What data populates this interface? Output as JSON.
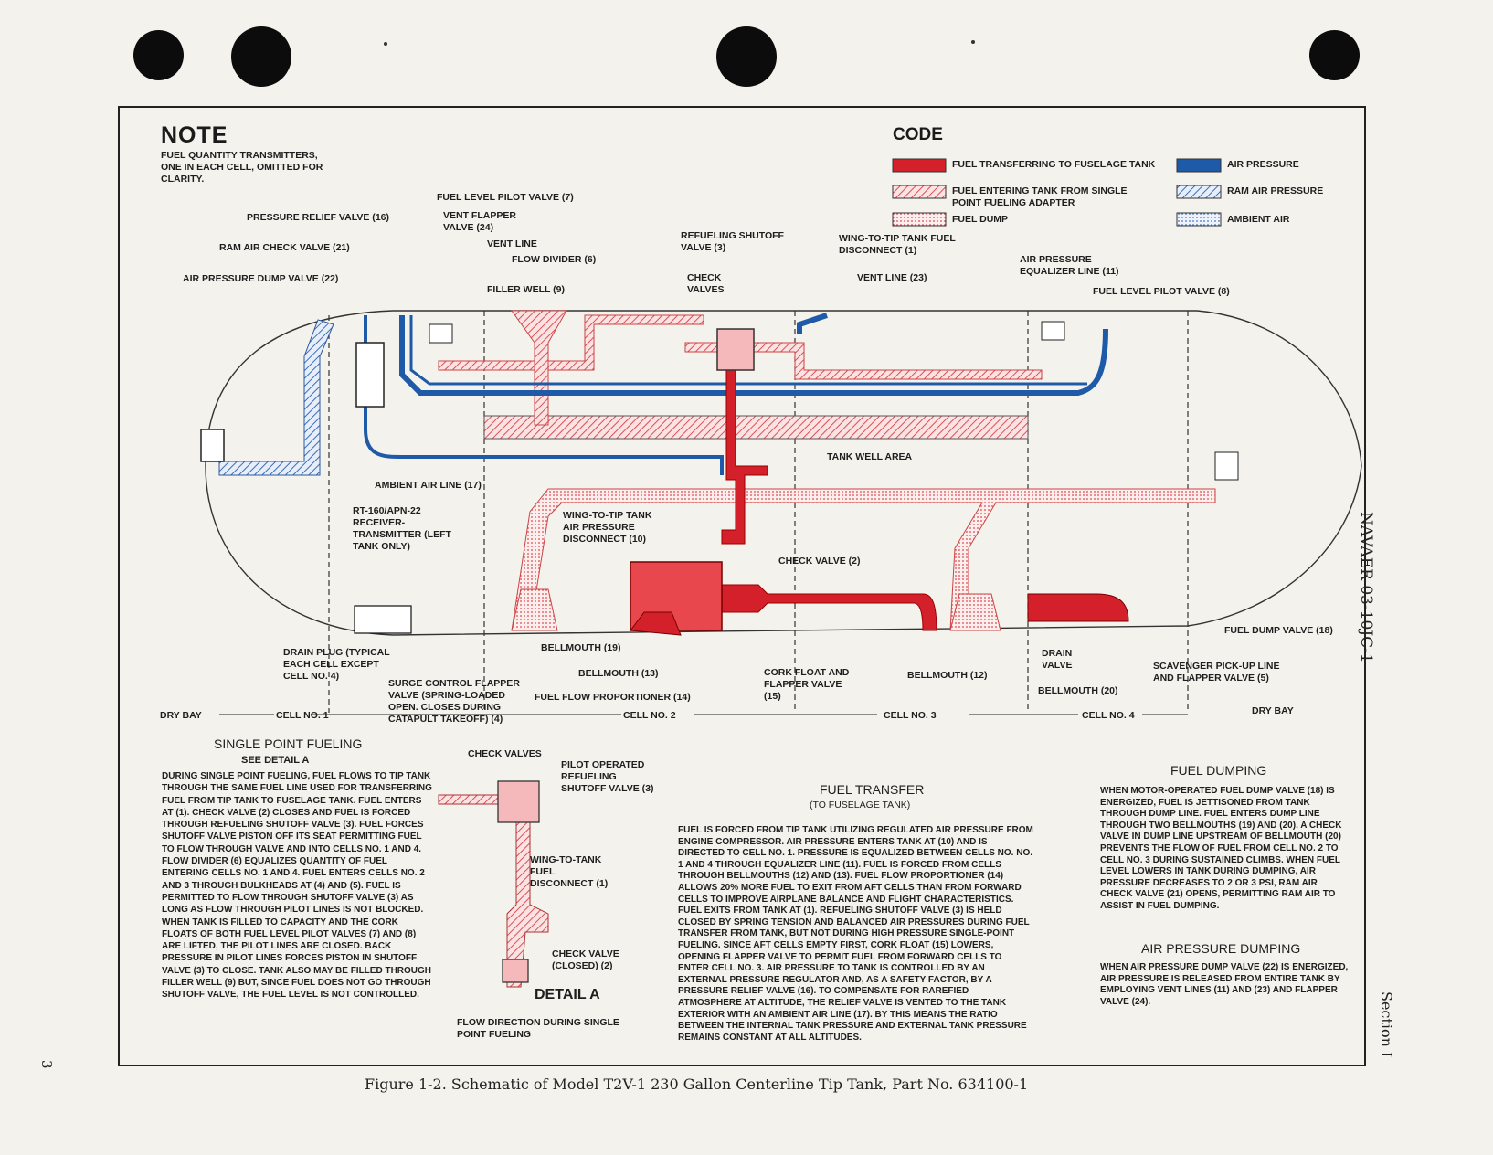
{
  "note": {
    "title": "NOTE",
    "text": "FUEL QUANTITY TRANSMITTERS, ONE IN EACH CELL, OMITTED FOR CLARITY."
  },
  "code": {
    "title": "CODE",
    "items": [
      {
        "label": "FUEL TRANSFERRING TO FUSELAGE TANK",
        "pattern": "solid-red",
        "color": "#d4202a"
      },
      {
        "label": "FUEL ENTERING TANK FROM SINGLE POINT FUELING ADAPTER",
        "pattern": "hatched-red",
        "color": "#e06a6e"
      },
      {
        "label": "FUEL DUMP",
        "pattern": "dotted-red",
        "color": "#ef9a9c"
      },
      {
        "label": "AIR PRESSURE",
        "pattern": "solid-blue",
        "color": "#1f5aa8"
      },
      {
        "label": "RAM AIR PRESSURE",
        "pattern": "hatched-blue",
        "color": "#4d7fc0"
      },
      {
        "label": "AMBIENT AIR",
        "pattern": "dotted-blue",
        "color": "#7fa6d8"
      }
    ]
  },
  "callouts": [
    {
      "label": "FUEL LEVEL PILOT VALVE",
      "num": "7"
    },
    {
      "label": "VENT FLAPPER VALVE",
      "num": "24"
    },
    {
      "label": "PRESSURE RELIEF VALVE",
      "num": "16"
    },
    {
      "label": "RAM AIR CHECK VALVE",
      "num": "21"
    },
    {
      "label": "AIR PRESSURE DUMP VALVE",
      "num": "22"
    },
    {
      "label": "VENT LINE",
      "num": ""
    },
    {
      "label": "FLOW DIVIDER",
      "num": "6"
    },
    {
      "label": "FILLER WELL",
      "num": "9"
    },
    {
      "label": "CHECK VALVES",
      "num": ""
    },
    {
      "label": "REFUELING SHUTOFF VALVE",
      "num": "3"
    },
    {
      "label": "WING-TO-TIP TANK FUEL DISCONNECT",
      "num": "1"
    },
    {
      "label": "AIR PRESSURE EQUALIZER LINE",
      "num": "11"
    },
    {
      "label": "VENT LINE",
      "num": "23"
    },
    {
      "label": "FUEL LEVEL PILOT VALVE",
      "num": "8"
    },
    {
      "label": "TANK WELL AREA",
      "num": ""
    },
    {
      "label": "AMBIENT AIR LINE",
      "num": "17"
    },
    {
      "label": "RT-160/APN-22 RECEIVER-TRANSMITTER (LEFT TANK ONLY)",
      "num": ""
    },
    {
      "label": "WING-TO-TIP TANK AIR PRESSURE DISCONNECT",
      "num": "10"
    },
    {
      "label": "CHECK VALVE",
      "num": "2"
    },
    {
      "label": "FUEL DUMP VALVE",
      "num": "18"
    },
    {
      "label": "DRAIN PLUG (TYPICAL EACH CELL EXCEPT CELL NO. 4)",
      "num": ""
    },
    {
      "label": "BELLMOUTH",
      "num": "19"
    },
    {
      "label": "BELLMOUTH",
      "num": "13"
    },
    {
      "label": "FUEL FLOW PROPORTIONER",
      "num": "14"
    },
    {
      "label": "SURGE CONTROL FLAPPER VALVE (SPRING-LOADED OPEN. CLOSES DURING CATAPULT TAKEOFF)",
      "num": "4"
    },
    {
      "label": "CORK FLOAT AND FLAPPER VALVE",
      "num": "15"
    },
    {
      "label": "BELLMOUTH",
      "num": "12"
    },
    {
      "label": "DRAIN VALVE",
      "num": ""
    },
    {
      "label": "BELLMOUTH",
      "num": "20"
    },
    {
      "label": "SCAVENGER PICK-UP LINE AND FLAPPER VALVE",
      "num": "5"
    }
  ],
  "cells": {
    "dry_bay_left": "DRY BAY",
    "cell1": "CELL NO. 1",
    "cell2": "CELL NO. 2",
    "cell3": "CELL NO. 3",
    "cell4": "CELL NO. 4",
    "dry_bay_right": "DRY BAY"
  },
  "detail_a": {
    "check_valves": "CHECK VALVES",
    "pilot_valve": "PILOT OPERATED REFUELING SHUTOFF VALVE",
    "pilot_valve_num": "3",
    "disconnect": "WING-TO-TANK FUEL DISCONNECT",
    "disconnect_num": "1",
    "check_valve": "CHECK VALVE (CLOSED)",
    "check_valve_num": "2",
    "title": "DETAIL A",
    "flow": "FLOW DIRECTION DURING SINGLE POINT FUELING"
  },
  "single_point": {
    "title": "SINGLE POINT FUELING",
    "subtitle": "SEE DETAIL A",
    "body": "DURING SINGLE POINT FUELING, FUEL FLOWS TO TIP TANK THROUGH THE SAME FUEL LINE USED FOR TRANSFERRING FUEL FROM TIP TANK TO FUSELAGE TANK. FUEL ENTERS AT (1). CHECK VALVE (2) CLOSES AND FUEL IS FORCED THROUGH REFUELING SHUTOFF VALVE (3). FUEL FORCES SHUTOFF VALVE PISTON OFF ITS SEAT PERMITTING FUEL TO FLOW THROUGH VALVE AND INTO CELLS NO. 1 AND 4. FLOW DIVIDER (6) EQUALIZES QUANTITY OF FUEL ENTERING CELLS NO. 1 AND 4. FUEL ENTERS CELLS NO. 2 AND 3 THROUGH BULKHEADS AT (4) AND (5). FUEL IS PERMITTED TO FLOW THROUGH SHUTOFF VALVE (3) AS LONG AS FLOW THROUGH PILOT LINES IS NOT BLOCKED. WHEN TANK IS FILLED TO CAPACITY AND THE CORK FLOATS OF BOTH FUEL LEVEL PILOT VALVES (7) AND (8) ARE LIFTED, THE PILOT LINES ARE CLOSED. BACK PRESSURE IN PILOT LINES FORCES PISTON IN SHUTOFF VALVE (3) TO CLOSE. TANK ALSO MAY BE FILLED THROUGH FILLER WELL (9) BUT, SINCE FUEL DOES NOT GO THROUGH SHUTOFF VALVE, THE FUEL LEVEL IS NOT CONTROLLED."
  },
  "fuel_transfer": {
    "title": "FUEL TRANSFER",
    "subtitle": "(TO FUSELAGE TANK)",
    "body": "FUEL IS FORCED FROM TIP TANK UTILIZING REGULATED AIR PRESSURE FROM ENGINE COMPRESSOR. AIR PRESSURE ENTERS TANK AT (10) AND IS DIRECTED TO CELL NO. 1. PRESSURE IS EQUALIZED BETWEEN CELLS NO. NO. 1 AND 4 THROUGH EQUALIZER LINE (11). FUEL IS FORCED FROM CELLS THROUGH BELLMOUTHS (12) AND (13). FUEL FLOW PROPORTIONER (14) ALLOWS 20% MORE FUEL TO EXIT FROM AFT CELLS THAN FROM FORWARD CELLS TO IMPROVE AIRPLANE BALANCE AND FLIGHT CHARACTERISTICS. FUEL EXITS FROM TANK AT (1). REFUELING SHUTOFF VALVE (3) IS HELD CLOSED BY SPRING TENSION AND BALANCED AIR PRESSURES DURING FUEL TRANSFER FROM TANK, BUT NOT DURING HIGH PRESSURE SINGLE-POINT FUELING. SINCE AFT CELLS EMPTY FIRST, CORK FLOAT (15) LOWERS, OPENING FLAPPER VALVE TO PERMIT FUEL FROM FORWARD CELLS TO ENTER CELL NO. 3. AIR PRESSURE TO TANK IS CONTROLLED BY AN EXTERNAL PRESSURE REGULATOR AND, AS A SAFETY FACTOR, BY A PRESSURE RELIEF VALVE (16). TO COMPENSATE FOR RAREFIED ATMOSPHERE AT ALTITUDE, THE RELIEF VALVE IS VENTED TO THE TANK EXTERIOR WITH AN AMBIENT AIR LINE (17). BY THIS MEANS THE RATIO BETWEEN THE INTERNAL TANK PRESSURE AND EXTERNAL TANK PRESSURE REMAINS CONSTANT AT ALL ALTITUDES."
  },
  "fuel_dumping": {
    "title": "FUEL DUMPING",
    "body": "WHEN MOTOR-OPERATED FUEL DUMP VALVE (18) IS ENERGIZED, FUEL IS JETTISONED FROM TANK THROUGH DUMP LINE. FUEL ENTERS DUMP LINE THROUGH TWO BELLMOUTHS (19) AND (20). A CHECK VALVE IN DUMP LINE UPSTREAM OF BELLMOUTH (20) PREVENTS THE FLOW OF FUEL FROM CELL NO. 2 TO CELL NO. 3 DURING SUSTAINED CLIMBS. WHEN FUEL LEVEL LOWERS IN TANK DURING DUMPING, AIR PRESSURE DECREASES TO 2 OR 3 PSI, RAM AIR CHECK VALVE (21) OPENS, PERMITTING RAM AIR TO ASSIST IN FUEL DUMPING."
  },
  "air_dumping": {
    "title": "AIR PRESSURE DUMPING",
    "body": "WHEN AIR PRESSURE DUMP VALVE (22) IS ENERGIZED, AIR PRESSURE IS RELEASED FROM ENTIRE TANK BY EMPLOYING VENT LINES (11) AND (23) AND FLAPPER VALVE (24)."
  },
  "caption": "Figure 1-2.  Schematic of Model T2V-1 230 Gallon Centerline Tip Tank, Part No. 634100-1",
  "side_doc": "NAVAER 03-10JC-1",
  "side_section": "Section I",
  "page_number": "3"
}
